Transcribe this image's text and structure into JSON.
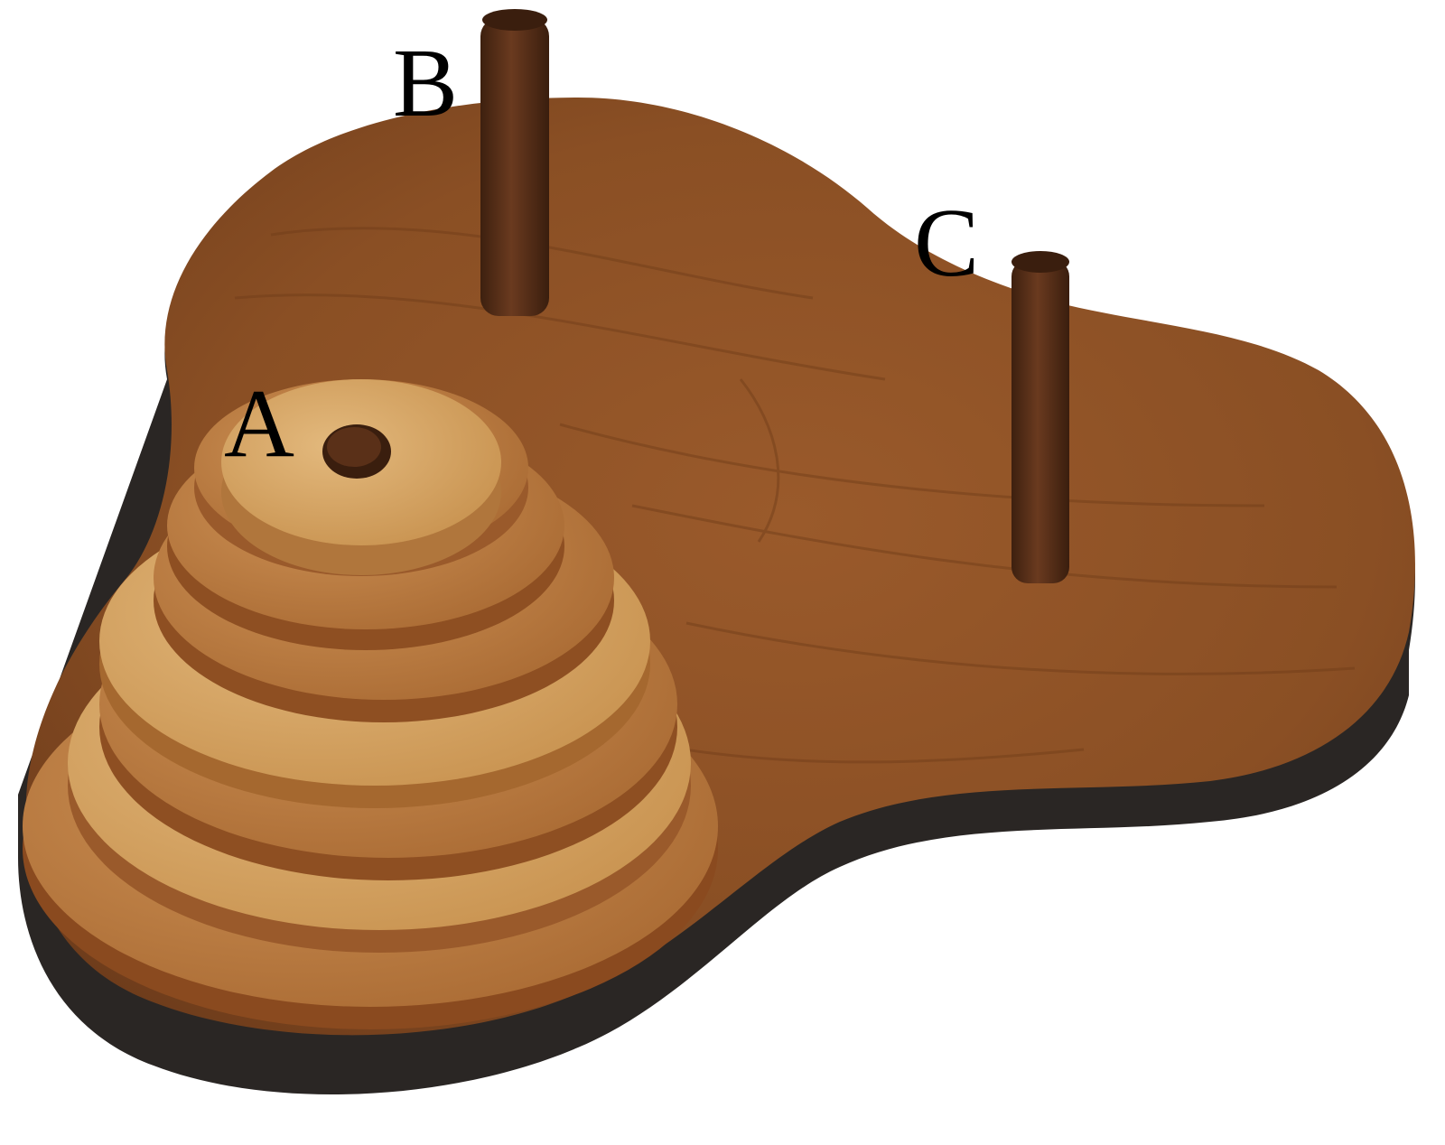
{
  "labels": {
    "peg_a": "A",
    "peg_b": "B",
    "peg_c": "C"
  },
  "puzzle": {
    "disk_count": 8,
    "disks_on_peg_a": 8,
    "disks_on_peg_b": 0,
    "disks_on_peg_c": 0
  },
  "colors": {
    "background": "#ffffff",
    "board_top": "#8a4f24",
    "board_edge": "#2a2624",
    "peg": "#4e2a17",
    "disk_light": "#d6a669",
    "disk_medium": "#bf8147",
    "label_text": "#000000"
  }
}
